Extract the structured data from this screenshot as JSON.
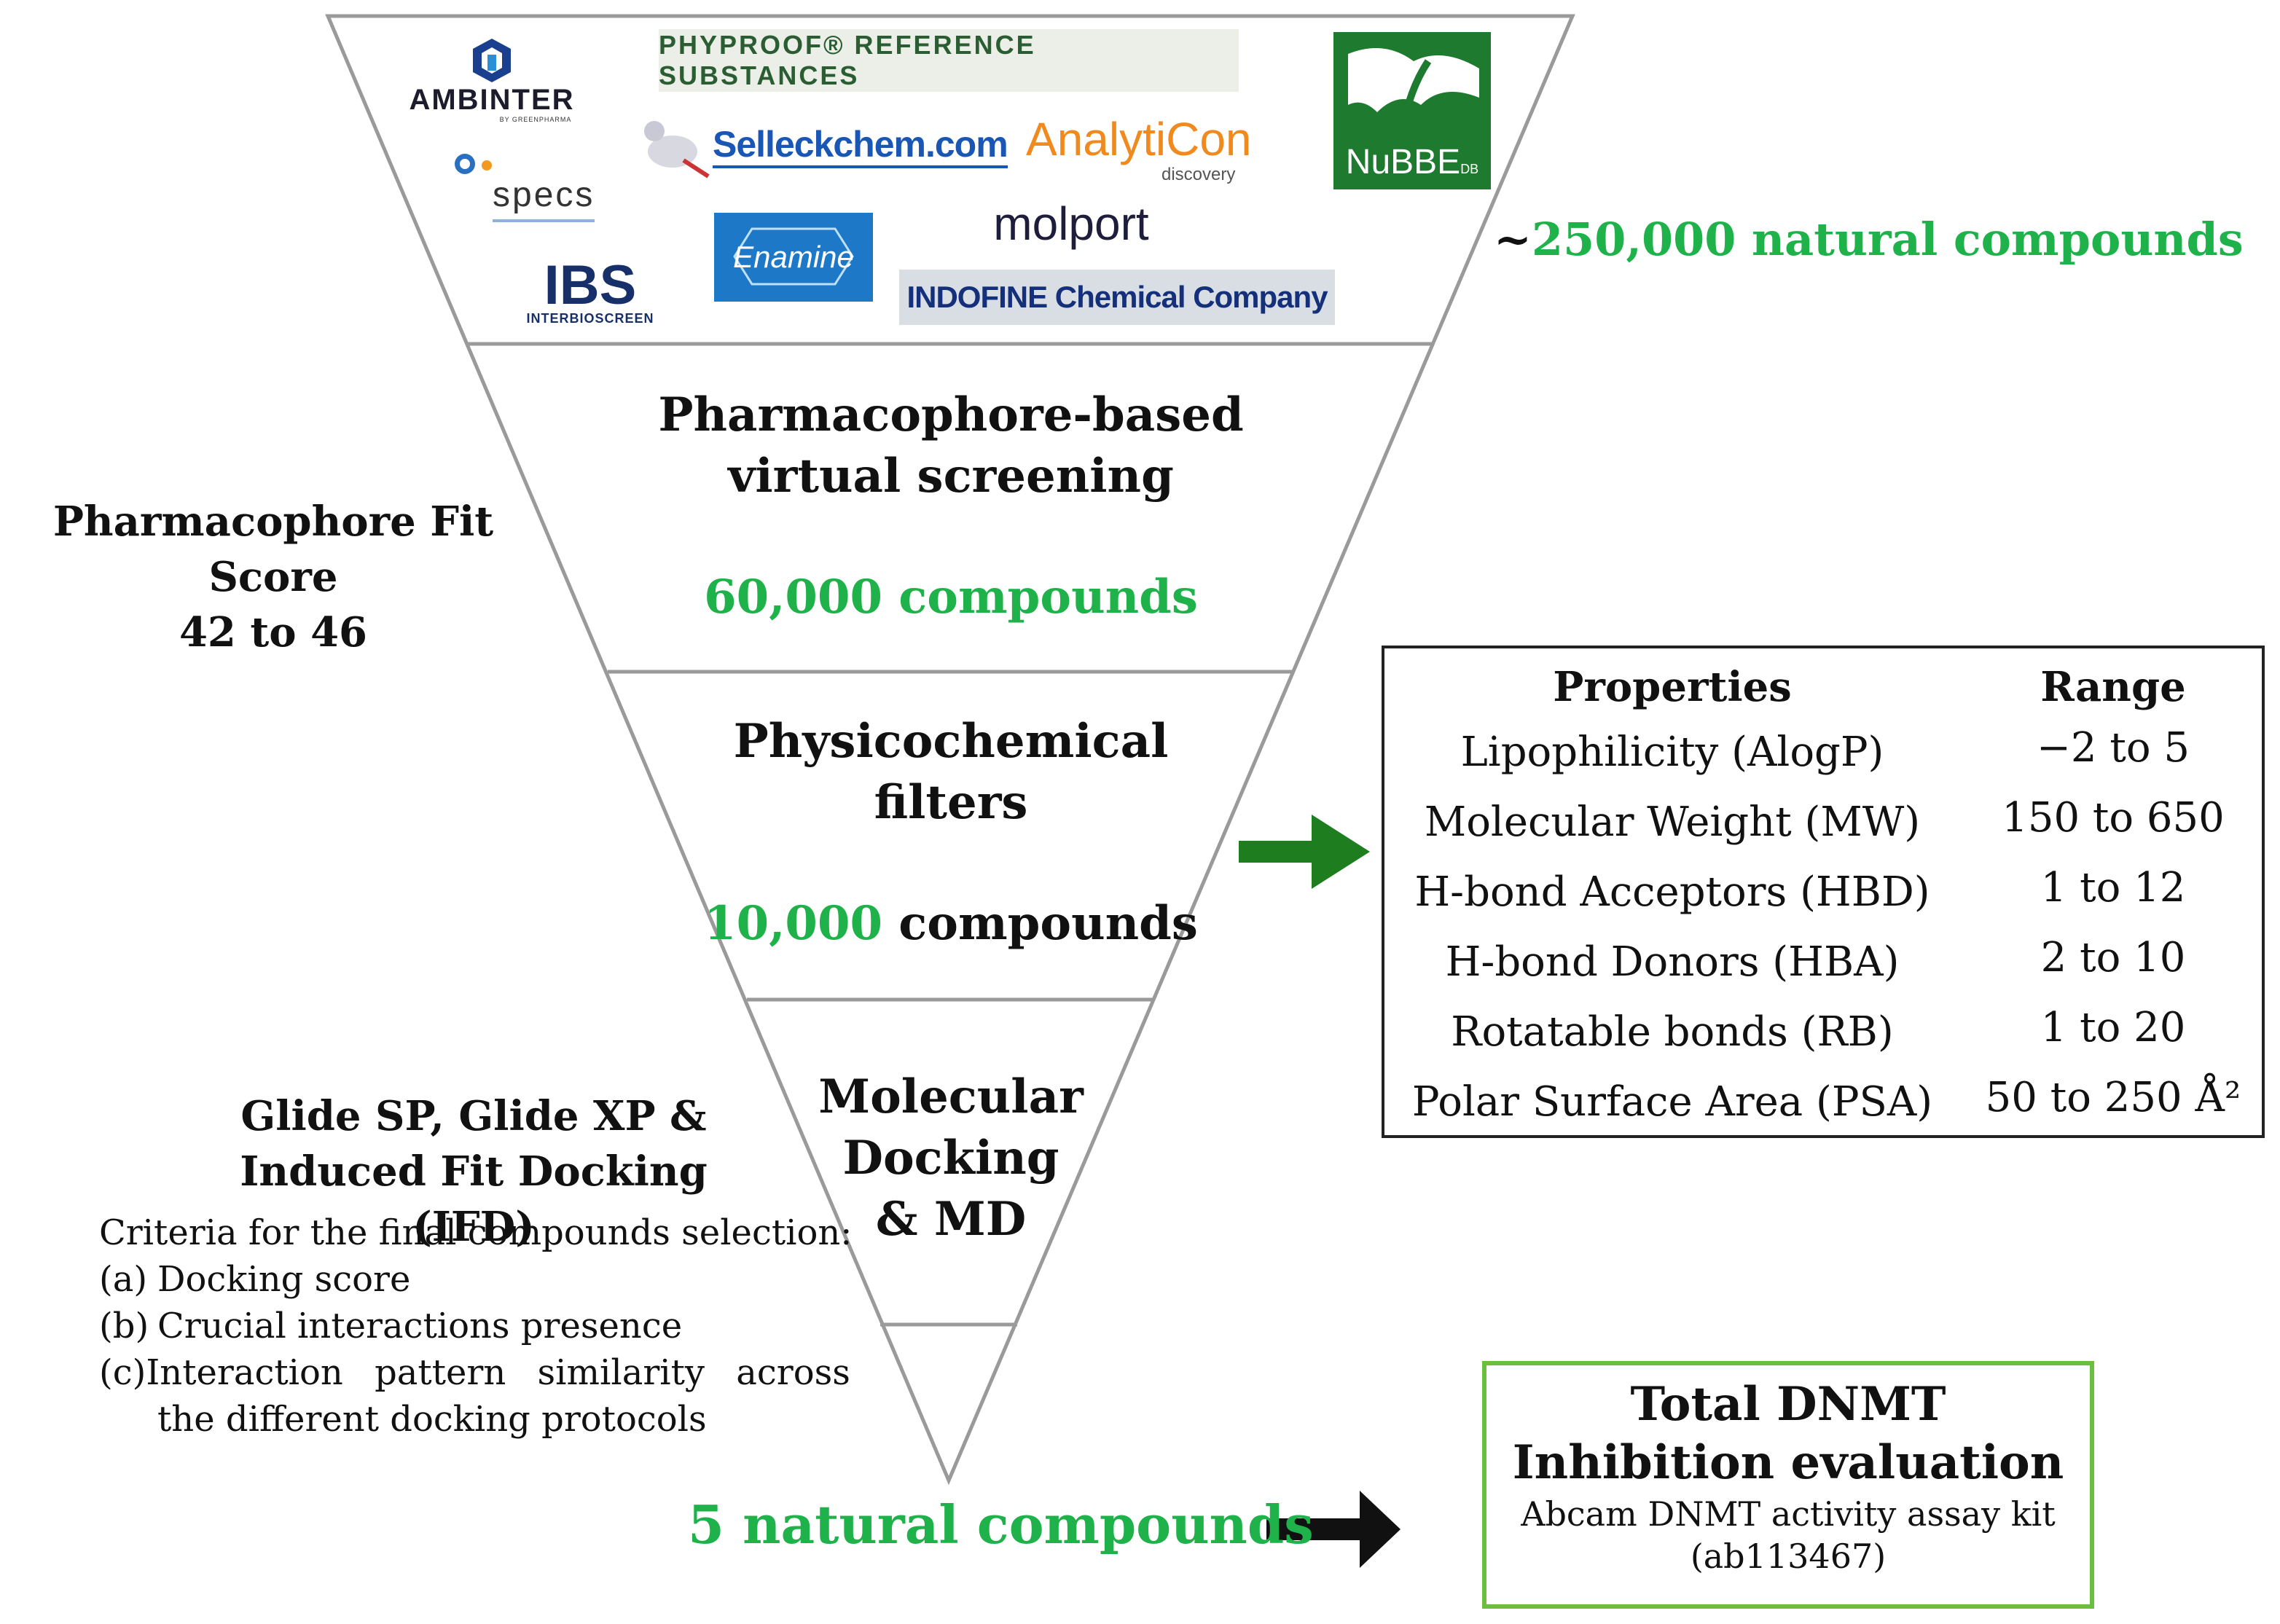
{
  "logos": {
    "ambinter": {
      "name": "AMBINTER",
      "sub": "BY GREENPHARMA"
    },
    "phyproof": "PHYPROOF® REFERENCE SUBSTANCES",
    "nubbe": {
      "name": "NuBBE",
      "sub": "DB"
    },
    "selleckchem": "Selleckchem.com",
    "analyticon": {
      "name": "AnalytiCon",
      "sub": "discovery"
    },
    "specs": "specs",
    "molport": "molport",
    "enamine": "Enamine",
    "ibs": {
      "name": "IBS",
      "sub": "INTERBIOSCREEN"
    },
    "indofine": "INDOFINE Chemical Company"
  },
  "stages": {
    "source_count_prefix": "~",
    "source_count": "250,000 natural compounds",
    "stage1_title_line1": "Pharmacophore-based",
    "stage1_title_line2": "virtual screening",
    "stage1_count": "60,000 compounds",
    "stage1_side_line1": "Pharmacophore Fit Score",
    "stage1_side_line2": "42 to 46",
    "stage2_title_line1": "Physicochemical",
    "stage2_title_line2": "filters",
    "stage2_count_number": "10,000",
    "stage2_count_word": " compounds",
    "stage3_title_line1": "Molecular",
    "stage3_title_line2": "Docking",
    "stage3_title_line3": "& MD",
    "stage3_side_line1": "Glide SP, Glide XP &",
    "stage3_side_line2": "Induced Fit Docking (IFD)",
    "criteria_heading": "Criteria for the final compounds selection:",
    "criteria": [
      {
        "marker": "(a)",
        "text": "Docking score"
      },
      {
        "marker": "(b)",
        "text": "Crucial interactions presence"
      },
      {
        "marker": "(c)",
        "text": "Interaction pattern similarity across",
        "cont": "the different docking protocols"
      }
    ],
    "final_count": "5 natural compounds"
  },
  "properties_table": {
    "headers": [
      "Properties",
      "Range"
    ],
    "rows": [
      {
        "property": "Lipophilicity (AlogP)",
        "range": "−2 to 5"
      },
      {
        "property": "Molecular Weight (MW)",
        "range": "150 to 650"
      },
      {
        "property": "H-bond Acceptors (HBD)",
        "range": "1 to 12"
      },
      {
        "property": "H-bond Donors (HBA)",
        "range": "2 to 10"
      },
      {
        "property": "Rotatable bonds (RB)",
        "range": "1 to 20"
      },
      {
        "property": "Polar Surface Area (PSA)",
        "range": "50 to 250 Å²"
      }
    ]
  },
  "evaluation": {
    "title_line1": "Total DNMT",
    "title_line2": "Inhibition evaluation",
    "kit_line1": "Abcam DNMT activity assay kit",
    "kit_line2": "(ab113467)"
  },
  "colors": {
    "green_text": "#1fb24a",
    "arrow_green": "#1e7d1e",
    "arrow_black": "#111111",
    "box_green": "#6bbf3e",
    "funnel_line": "#9a9a9a"
  }
}
